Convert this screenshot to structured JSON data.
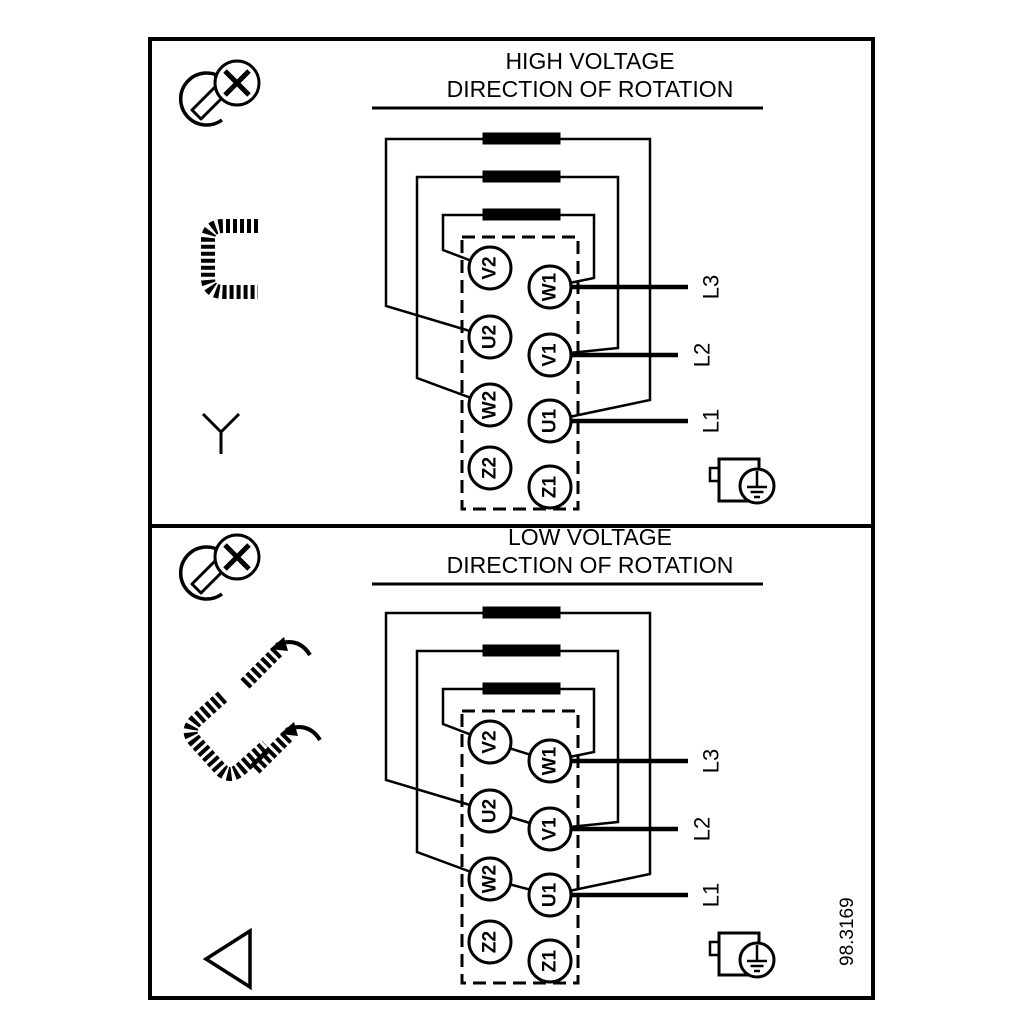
{
  "figure_number": "98.3169",
  "sections": [
    {
      "title_line1": "HIGH VOLTAGE",
      "title_line2": "DIRECTION OF ROTATION",
      "connection_symbol": "star",
      "terminals_left": [
        "V2",
        "U2",
        "W2",
        "Z2"
      ],
      "terminals_right": [
        "W1",
        "V1",
        "U1",
        "Z1"
      ],
      "supply_lines": [
        "L3",
        "L2",
        "L1"
      ]
    },
    {
      "title_line1": "LOW VOLTAGE",
      "title_line2": "DIRECTION OF ROTATION",
      "connection_symbol": "delta",
      "terminals_left": [
        "V2",
        "U2",
        "W2",
        "Z2"
      ],
      "terminals_right": [
        "W1",
        "V1",
        "U1",
        "Z1"
      ],
      "supply_lines": [
        "L3",
        "L2",
        "L1"
      ]
    }
  ]
}
